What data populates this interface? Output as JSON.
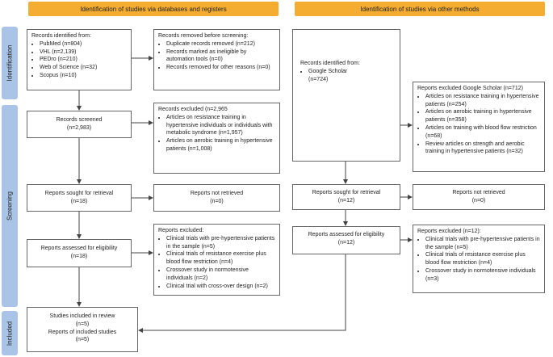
{
  "colors": {
    "header": "#f4ad31",
    "phase": "#a9c4e6",
    "border": "#666666",
    "arrow": "#444444"
  },
  "headers": {
    "databases": "Identification of studies via databases and registers",
    "other": "Identification of studies via other methods"
  },
  "phases": {
    "identification": "Identification",
    "screening": "Screening",
    "included": "Included"
  },
  "left": {
    "records_identified": {
      "title": "Records identified from:",
      "items": [
        "PubMed (n=804)",
        "VHL (n=2,139)",
        "PEDro (n=210)",
        "Web of Science (n=32)",
        "Scopus (n=10)"
      ]
    },
    "records_removed": {
      "title": "Records removed before screening:",
      "items": [
        "Duplicate records removed (n=212)",
        "Records marked as ineligible by automation tools (n=0)",
        "Records removed for other reasons (n=0)"
      ]
    },
    "records_screened": {
      "l1": "Records screened",
      "l2": "(n=2,983)"
    },
    "records_excluded": {
      "title": "Records excluded (n=2,965",
      "items": [
        "Articles on resistance training in hypertensive individuals or individuals with metabolic syndrome (n=1,957)",
        "Articles on aerobic training in hypertensive patients (n=1,008)"
      ]
    },
    "sought": {
      "l1": "Reports sought for retrieval",
      "l2": "(n=18)"
    },
    "not_retrieved": {
      "l1": "Reports not retrieved",
      "l2": "(n=0)"
    },
    "assessed": {
      "l1": "Reports assessed for eligibility",
      "l2": "(n=18)"
    },
    "reports_excluded": {
      "title": "Reports excluded:",
      "items": [
        "Clinical trials with pre-hypertensive patients in the sample (n=5)",
        "Clinical trials of resistance exercise plus blood flow restriction (n=4)",
        "Crossover study in normotensive individuals (n=2)",
        "Clinical trial with cross-over design (n=2)"
      ]
    },
    "included": {
      "l1": "Studies included in review",
      "l2": "(n=5)",
      "l3": "Reports of included studies",
      "l4": "(n=5)"
    }
  },
  "right": {
    "records_identified": {
      "title": "Records identified from:",
      "item": "Google Scholar",
      "count": "(n=724)"
    },
    "excluded_gs": {
      "title": "Reports excluded Google Scholar (n=712)",
      "items": [
        "Articles on resistance training in hypertensive patients (n=254)",
        "Articles on aerobic training in hypertensive patients (n=358)",
        "Articles on training with blood flow restriction (n=68)",
        "Review articles on strength and aerobic training in hypertensive patients (n=32)"
      ]
    },
    "sought": {
      "l1": "Reports sought for retrieval",
      "l2": "(n=12)"
    },
    "not_retrieved": {
      "l1": "Reports not retrieved",
      "l2": "(n=0)"
    },
    "assessed": {
      "l1": "Reports assessed for eligibility",
      "l2": "(n=12)"
    },
    "reports_excluded": {
      "title": "Reports excluded (n=12):",
      "items": [
        "Clinical trials with pre-hypertensive patients in the sample (n=5)",
        "Clinical trials of resistance exercise plus blood flow restriction (n=4)",
        "Crossover study in normotensive individuals (n=3)"
      ]
    }
  }
}
